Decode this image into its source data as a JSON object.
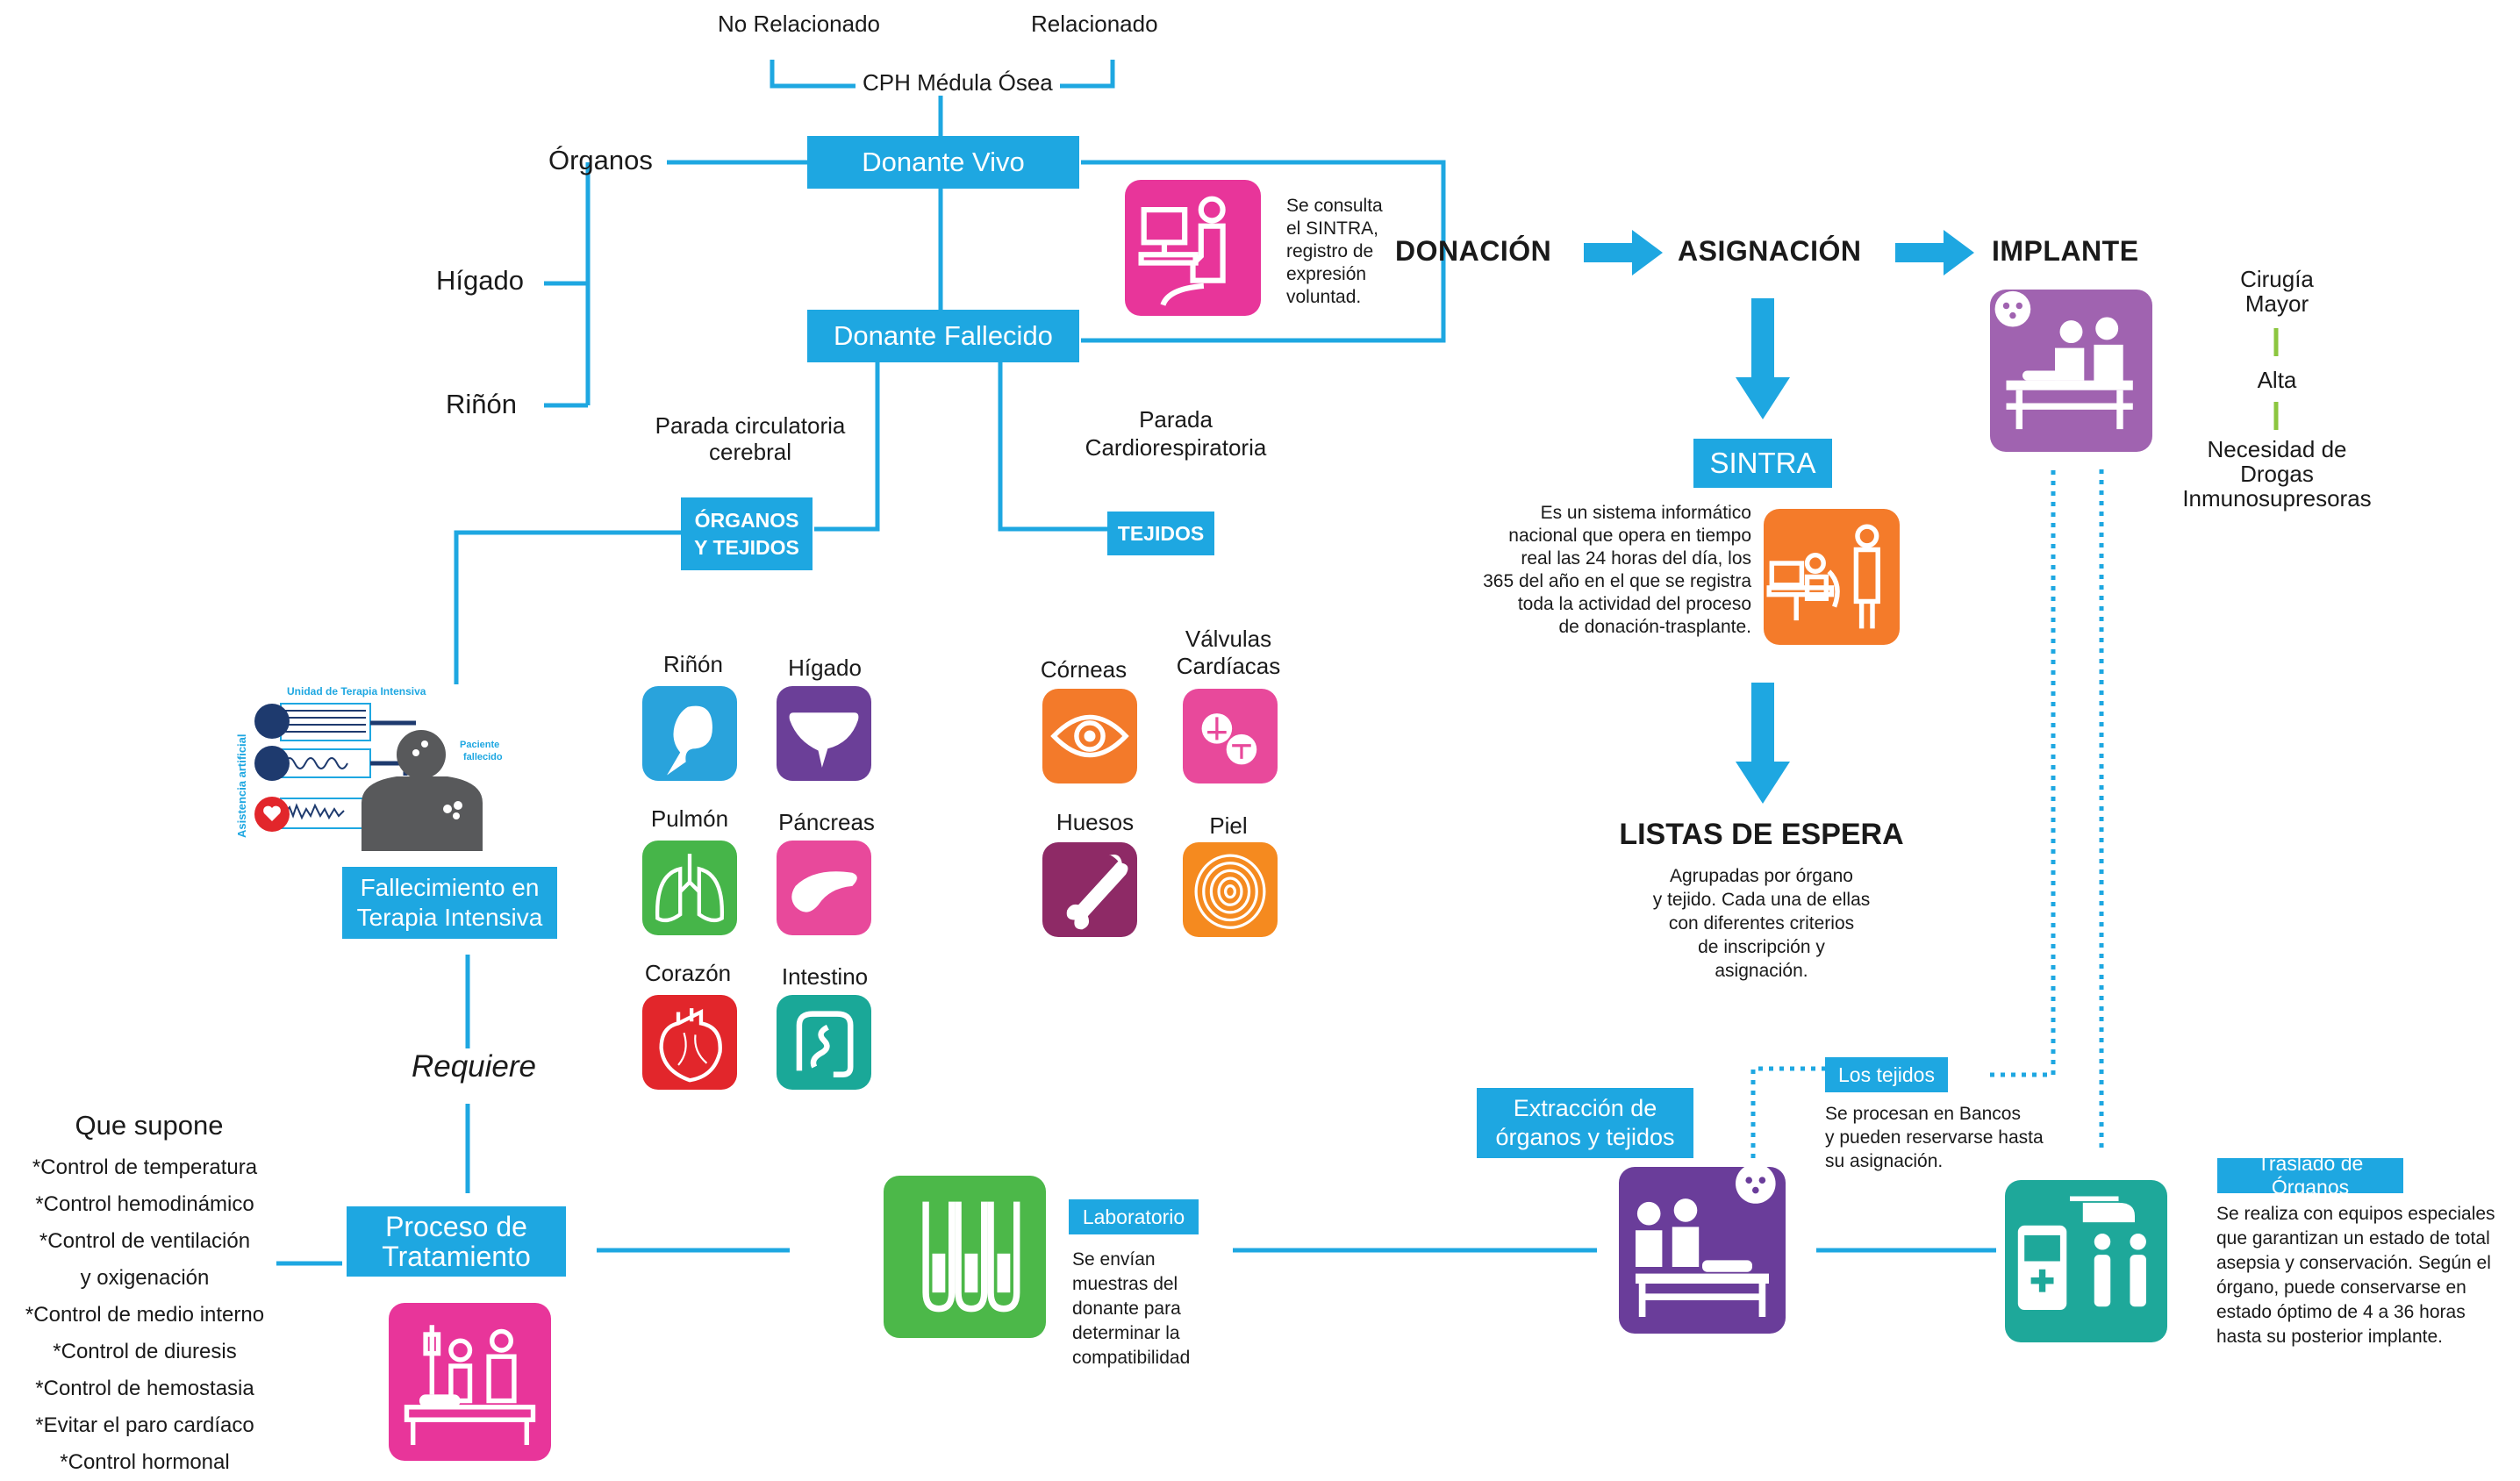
{
  "top": {
    "no_relacionado": "No Relacionado",
    "relacionado": "Relacionado",
    "cph": "CPH Médula Ósea"
  },
  "donante_vivo": "Donante Vivo",
  "donante_fallecido": "Donante Fallecido",
  "organos_label": "Órganos",
  "higado_label": "Hígado",
  "rinon_label": "Riñón",
  "sintra_consulta": [
    "Se consulta",
    "el SINTRA,",
    "registro de",
    "expresión",
    "voluntad."
  ],
  "flow": {
    "donacion": "DONACIÓN",
    "asignacion": "ASIGNACIÓN",
    "implante": "IMPLANTE"
  },
  "implante_steps": {
    "cirugia": [
      "Cirugía",
      "Mayor"
    ],
    "alta": "Alta",
    "necesidad": [
      "Necesidad de",
      "Drogas",
      "Inmunosupresoras"
    ]
  },
  "parada_circ": [
    "Parada circulatoria",
    "cerebral"
  ],
  "parada_cardio": [
    "Parada",
    "Cardiorespiratoria"
  ],
  "organos_tejidos": [
    "ÓRGANOS",
    "Y TEJIDOS"
  ],
  "tejidos": "TEJIDOS",
  "sintra": {
    "label": "SINTRA",
    "desc": [
      "Es un sistema informático",
      "nacional que opera en tiempo",
      "real las 24 horas del día, los",
      "365 del año en el que se registra",
      "toda la actividad del proceso",
      "de donación-trasplante."
    ]
  },
  "listas": {
    "title": "LISTAS DE ESPERA",
    "desc": [
      "Agrupadas por órgano",
      "y tejido. Cada una de ellas",
      "con diferentes criterios",
      "de inscripción y",
      "asignación."
    ]
  },
  "uti": {
    "unidad": "Unidad de Terapia Intensiva",
    "asistencia": "Asistencia artificial",
    "paciente": [
      "Paciente",
      "fallecido"
    ]
  },
  "fallecimiento": [
    "Fallecimiento en",
    "Terapia Intensiva"
  ],
  "requiere": "Requiere",
  "organs": [
    {
      "label": "Riñón",
      "color": "#29a3dc",
      "icon": "kidney-icon"
    },
    {
      "label": "Hígado",
      "color": "#6b3f98",
      "icon": "liver-icon"
    },
    {
      "label": "Pulmón",
      "color": "#46b549",
      "icon": "lungs-icon"
    },
    {
      "label": "Páncreas",
      "color": "#e8499b",
      "icon": "pancreas-icon"
    },
    {
      "label": "Corazón",
      "color": "#e2262b",
      "icon": "heart-icon"
    },
    {
      "label": "Intestino",
      "color": "#1aa898",
      "icon": "intestine-icon"
    }
  ],
  "tissues": [
    {
      "label": "Córneas",
      "color": "#f37a2a",
      "icon": "eye-icon"
    },
    {
      "label": [
        "Válvulas",
        "Cardíacas"
      ],
      "color": "#e8499b",
      "icon": "valve-icon"
    },
    {
      "label": "Huesos",
      "color": "#8e2a66",
      "icon": "bone-icon"
    },
    {
      "label": "Piel",
      "color": "#f58a1f",
      "icon": "skin-icon"
    }
  ],
  "que_supone": {
    "title": "Que supone",
    "items": [
      "*Control de temperatura",
      "*Control hemodinámico",
      "*Control de ventilación",
      "y oxigenación",
      "*Control de medio interno",
      "*Control de diuresis",
      "*Control de hemostasia",
      "*Evitar el paro cardíaco",
      "*Control hormonal"
    ]
  },
  "proceso": [
    "Proceso de",
    "Tratamiento"
  ],
  "laboratorio": {
    "label": "Laboratorio",
    "desc": [
      "Se envían",
      "muestras del",
      "donante para",
      "determinar la",
      "compatibilidad"
    ]
  },
  "extraccion": [
    "Extracción de",
    "órganos y tejidos"
  ],
  "los_tejidos": {
    "label": "Los tejidos",
    "desc": [
      "Se procesan en Bancos",
      "y pueden reservarse hasta",
      "su asignación."
    ]
  },
  "traslado": {
    "label": "Traslado de Órganos",
    "desc": [
      "Se realiza con equipos especiales",
      "que garantizan un estado de total",
      "asepsia y conservación. Según el",
      "órgano, puede conservarse en",
      "estado óptimo de 4 a 36 horas",
      "hasta su posterior implante."
    ]
  },
  "colors": {
    "blue": "#1ea7e1",
    "magenta": "#e8359a",
    "purple": "#a063b0",
    "orange": "#f47b2a",
    "green": "#4cb849",
    "violet": "#6a3d9a",
    "teal": "#1ea89a",
    "lime": "#8cc63f"
  }
}
